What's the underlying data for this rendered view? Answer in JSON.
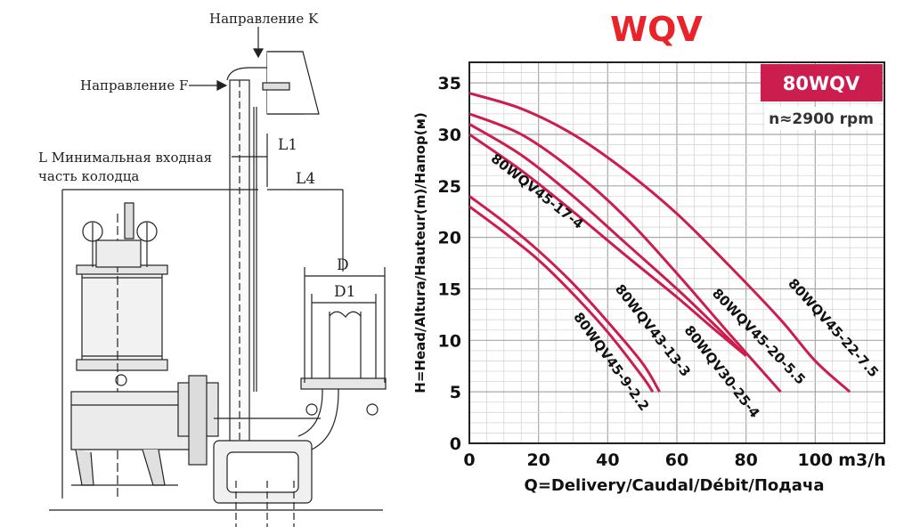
{
  "drawing": {
    "labels": {
      "dir_k": "Направление K",
      "dir_f": "Направление F",
      "l_min_line1": "L Минимальная входная",
      "l_min_line2": "часть колодца",
      "l1": "L1",
      "l4": "L4",
      "d": "D",
      "d1": "D1"
    }
  },
  "chart_data": {
    "type": "line",
    "title": "WQV",
    "model_badge": "80WQV",
    "speed": "n≈2900 rpm",
    "xlabel": "Q=Delivery/Caudal/Débit/Подача",
    "ylabel": "H=Head/Altura/Hauteur(m)/Напор(м)",
    "x_unit": "m3/h",
    "xlim": [
      0,
      120
    ],
    "ylim": [
      0,
      37
    ],
    "x_ticks": [
      "0",
      "20",
      "40",
      "60",
      "80",
      "100"
    ],
    "y_ticks": [
      "0",
      "5",
      "10",
      "15",
      "20",
      "25",
      "30",
      "35"
    ],
    "grid": true,
    "series": [
      {
        "name": "80WQV45-22-7.5",
        "x": [
          0,
          15,
          30,
          45,
          60,
          75,
          90,
          100,
          110
        ],
        "y": [
          34,
          32.5,
          30,
          26.5,
          22.3,
          17.3,
          12,
          8,
          5
        ]
      },
      {
        "name": "80WQV45-20-5.5",
        "x": [
          0,
          15,
          30,
          45,
          60,
          75,
          90
        ],
        "y": [
          32,
          30,
          26.5,
          22,
          16.5,
          10.7,
          5
        ]
      },
      {
        "name": "80WQV45-17-4",
        "x": [
          0,
          15,
          30,
          45,
          60,
          70,
          80
        ],
        "y": [
          31,
          28,
          24,
          19.5,
          15,
          11.8,
          8.5
        ]
      },
      {
        "name": "80WQV30-25-4",
        "x": [
          0,
          15,
          30,
          45,
          60,
          70,
          80
        ],
        "y": [
          30,
          26.5,
          22.5,
          18.3,
          14.2,
          11.3,
          8.5
        ]
      },
      {
        "name": "80WQV43-13-3",
        "x": [
          0,
          10,
          20,
          30,
          40,
          50,
          55
        ],
        "y": [
          24,
          21.5,
          18.7,
          15.5,
          11.8,
          7.8,
          5
        ]
      },
      {
        "name": "80WQV45-9-2.2",
        "x": [
          0,
          10,
          20,
          30,
          40,
          50,
          53
        ],
        "y": [
          23,
          20.5,
          17.8,
          14.5,
          10.8,
          6.5,
          5
        ]
      }
    ],
    "colors": {
      "curve": "#cc1d4f",
      "title": "#e8232a",
      "badge_bg": "#cc1d4f",
      "grid": "#c8c8c8"
    }
  }
}
